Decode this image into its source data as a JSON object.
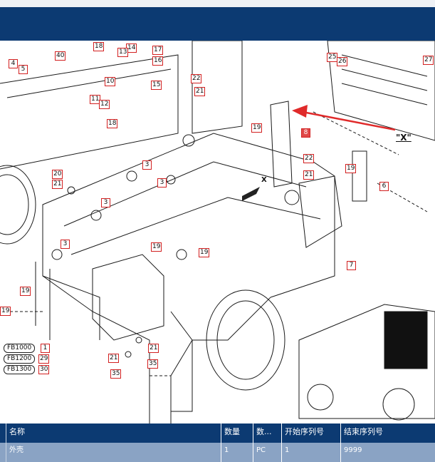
{
  "header": {
    "title": ""
  },
  "diagram": {
    "callouts": [
      "18",
      "14",
      "13",
      "17",
      "16",
      "40",
      "4",
      "5",
      "10",
      "15",
      "22",
      "21",
      "11",
      "12",
      "18",
      "19",
      "8",
      "25",
      "26",
      "27",
      "3",
      "22",
      "21",
      "20",
      "21",
      "19",
      "6",
      "3",
      "3",
      "3",
      "19",
      "19",
      "7",
      "19",
      "19",
      "21",
      "35",
      "21",
      "35",
      "1",
      "29",
      "30"
    ],
    "fb_labels": [
      "FB1000",
      "FB1200",
      "FB1300"
    ],
    "view_label": "\"X\"",
    "arrow_label": "X"
  },
  "table": {
    "headers": [
      "名称",
      "数量",
      "数...",
      "开始序列号",
      "结束序列号"
    ],
    "row": [
      "外壳",
      "1",
      "PC",
      "1",
      "9999"
    ]
  },
  "colors": {
    "header_bg": "#0c3a72",
    "row_bg": "#8aa3c4",
    "callout_border": "#d22020",
    "arrow": "#e02a2a"
  }
}
